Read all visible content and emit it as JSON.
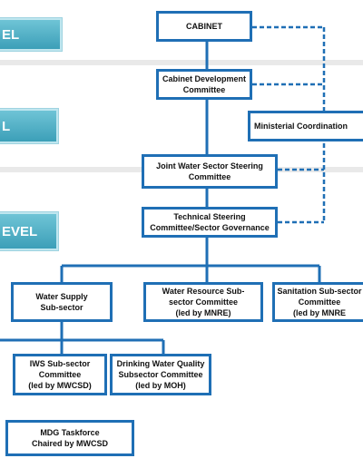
{
  "levels": [
    {
      "label": "EL"
    },
    {
      "label": "L"
    },
    {
      "label": "EVEL"
    }
  ],
  "nodes": {
    "cabinet": "CABINET",
    "cabinet_dev": "Cabinet Development\nCommittee",
    "ministerial": "Ministerial Coordination",
    "joint": "Joint Water Sector Steering\nCommittee",
    "technical": "Technical Steering\nCommittee/Sector Governance",
    "water_supply": "Water Supply\nSub-sector",
    "water_resource": "Water Resource Sub-\nsector Committee\n(led by MNRE)",
    "sanitation": "Sanitation Sub-sector\nCommittee\n(led by MNRE",
    "iws": "IWS Sub-sector\nCommittee\n(led by MWCSD)",
    "drinking": "Drinking Water Quality\nSubsector Committee\n(led by MOH)",
    "mdg": "MDG Taskforce\nChaired by MWCSD"
  },
  "colors": {
    "box_border": "#1f6fb5",
    "level_fill": "#4fb0c6",
    "dashed": "#1f6fb5"
  }
}
